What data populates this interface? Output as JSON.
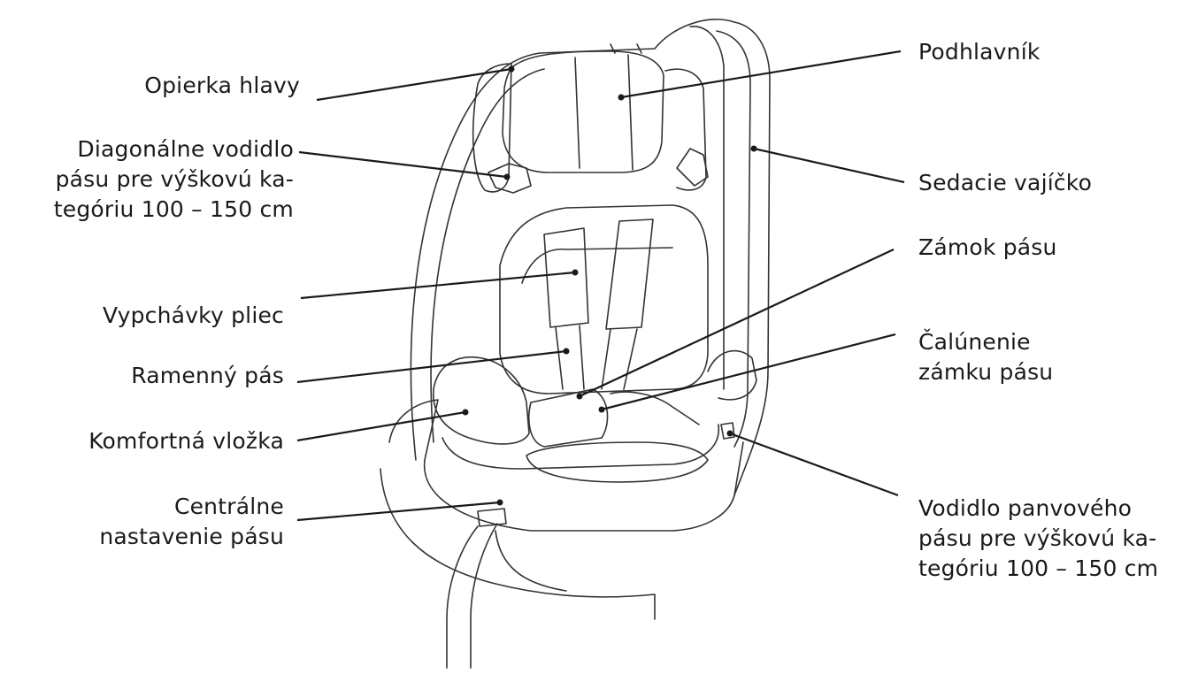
{
  "labels": {
    "headrest_pad": "Opierka hlavy",
    "diagonal_guide": "Diagonálne vodidlo\npásu pre výškovú ka-\ntegóriu 100 – 150 cm",
    "shoulder_pads": "Vypchávky pliec",
    "shoulder_belt": "Ramenný pás",
    "comfort_insert": "Komfortná vložka",
    "central_adjuster": "Centrálne\nnastavenie pásu",
    "headrest": "Podhlavník",
    "seat_shell": "Sedacie vajíčko",
    "buckle": "Zámok pásu",
    "buckle_pad": "Čalúnenie\nzámku pásu",
    "lap_guide": "Vodidlo panvového\npásu pre výškovú ka-\ntegóriu 100 – 150 cm"
  },
  "colors": {
    "line": "#1a1a1a",
    "outline": "#333333",
    "background": "#ffffff"
  }
}
